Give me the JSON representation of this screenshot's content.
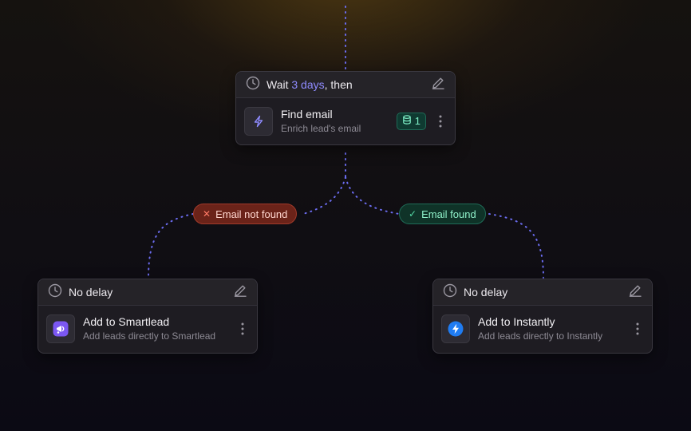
{
  "top_card": {
    "header": {
      "prefix": "Wait ",
      "delay": "3 days",
      "suffix": ", then"
    },
    "action": {
      "title": "Find email",
      "subtitle": "Enrich lead's email",
      "badge_count": "1"
    }
  },
  "branches": {
    "not_found": {
      "label": "Email not found",
      "glyph": "✕"
    },
    "found": {
      "label": "Email found",
      "glyph": "✓"
    }
  },
  "left_card": {
    "header": "No delay",
    "action": {
      "title": "Add to Smartlead",
      "subtitle": "Add leads directly to Smartlead"
    }
  },
  "right_card": {
    "header": "No delay",
    "action": {
      "title": "Add to Instantly",
      "subtitle": "Add leads directly to Instantly"
    }
  },
  "colors": {
    "accent": "#8f8bff",
    "connector": "#6b6cf0",
    "error": "#a13a2a",
    "success": "#1f6b57",
    "instantly_brand": "#1f7cf2",
    "smartlead_brand": "#7b57f2"
  },
  "icons": {
    "clock": "clock-icon",
    "edit": "pencil-icon",
    "find_email": "lightning-icon",
    "badge": "database-icon",
    "menu": "kebab-menu-icon",
    "smartlead": "smartlead-logo-icon",
    "instantly": "instantly-logo-icon"
  }
}
